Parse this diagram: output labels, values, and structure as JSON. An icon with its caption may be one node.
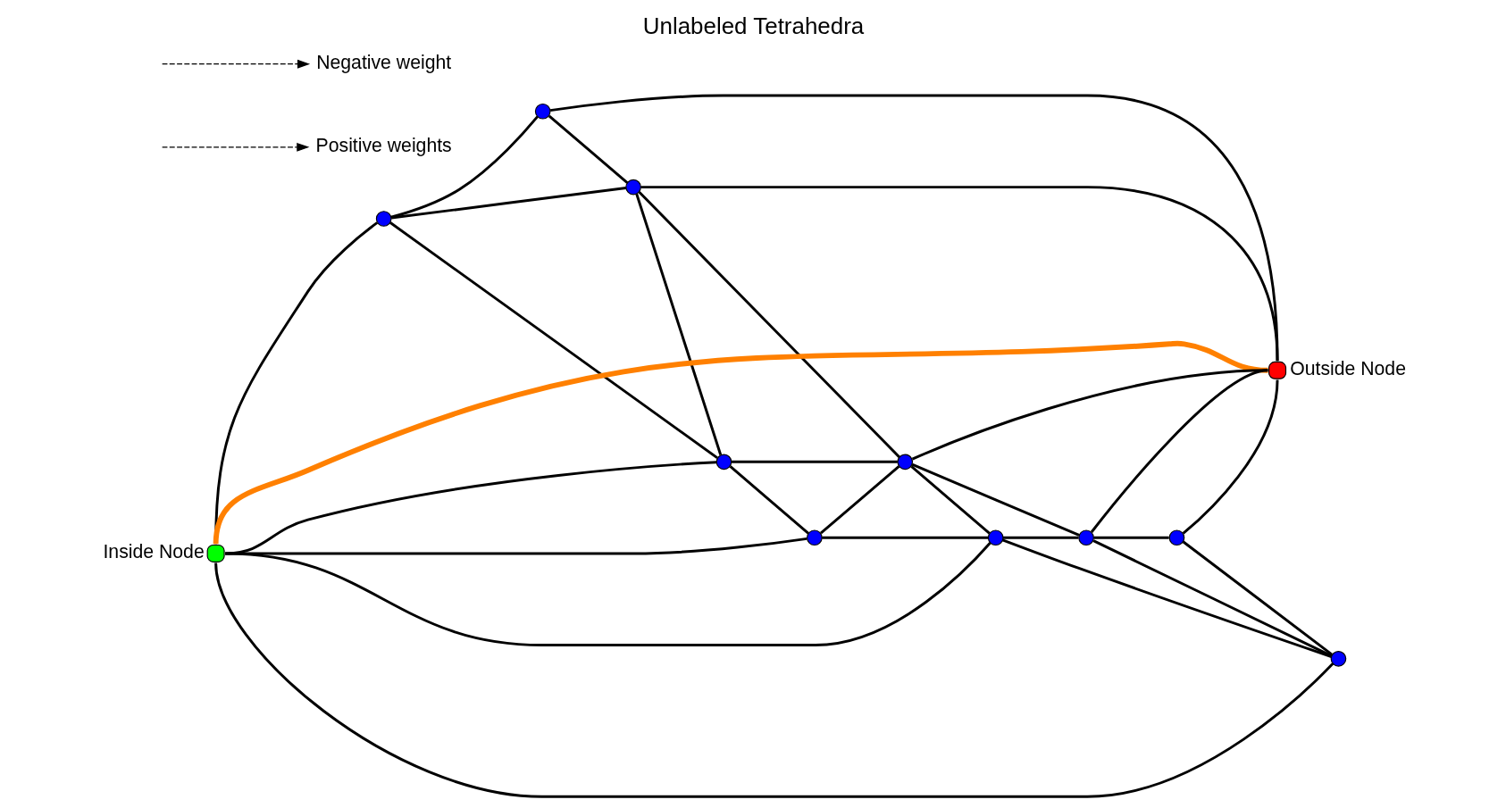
{
  "diagram": {
    "title": "Unlabeled Tetrahedra",
    "nodes": [
      {
        "text": [],
        "shape": "circle"
      },
      {
        "text": [],
        "shape": "circle"
      },
      {
        "text": [
          "Positive weights"
        ]
      },
      {
        "text": [],
        "shape": "circle"
      },
      {
        "text": [],
        "shape": "circle"
      },
      {
        "text": [],
        "shape": "circle",
        "beside": [
          "Inside Node"
        ]
      },
      {
        "text": [],
        "shape": "circle",
        "beside": [
          "Outside Node"
        ]
      },
      {
        "text": [],
        "shape": "circle"
      },
      {
        "text": [],
        "shape": "circle"
      },
      {
        "text": [],
        "shape": "circle"
      },
      {
        "text": [],
        "shape": "circle"
      },
      {
        "text": [],
        "shape": "circle"
      },
      {
        "text": [],
        "shape": "circle"
      },
      {
        "text": [
          "Negative weight"
        ]
      }
    ],
    "edges": [
      {
        "from": 0,
        "to": 1,
        "arrow": "none"
      },
      {
        "from": 0,
        "to": 3,
        "arrow": "none"
      },
      {
        "from": 0,
        "to": 4,
        "arrow": "none"
      },
      {
        "from": 0,
        "to": 5,
        "arrow": "none"
      },
      {
        "from": 1,
        "to": 3,
        "arrow": "none"
      },
      {
        "from": 1,
        "to": 6,
        "arrow": "none"
      },
      {
        "from": 3,
        "to": 4,
        "arrow": "none"
      },
      {
        "from": 3,
        "to": 8,
        "arrow": "none"
      },
      {
        "from": 3,
        "to": 6,
        "arrow": "none"
      },
      {
        "from": 4,
        "to": 5,
        "arrow": "none"
      },
      {
        "from": 4,
        "to": 7,
        "arrow": "none"
      },
      {
        "from": 4,
        "to": 8,
        "arrow": "none"
      },
      {
        "from": 5,
        "to": 7,
        "arrow": "none"
      },
      {
        "from": 5,
        "to": 9,
        "arrow": "none"
      },
      {
        "from": 5,
        "to": 12,
        "arrow": "none"
      },
      {
        "from": 7,
        "to": 8,
        "arrow": "none"
      },
      {
        "from": 7,
        "to": 9,
        "arrow": "none"
      },
      {
        "from": 8,
        "to": 6,
        "arrow": "none"
      },
      {
        "from": 8,
        "to": 9,
        "arrow": "none"
      },
      {
        "from": 8,
        "to": 10,
        "arrow": "none"
      },
      {
        "from": 9,
        "to": 10,
        "arrow": "none"
      },
      {
        "from": 9,
        "to": 12,
        "arrow": "none"
      },
      {
        "from": 10,
        "to": 6,
        "arrow": "none"
      },
      {
        "from": 10,
        "to": 12,
        "arrow": "none"
      },
      {
        "from": 10,
        "to": 11,
        "arrow": "none"
      },
      {
        "from": 11,
        "to": 12,
        "arrow": "none"
      },
      {
        "from": 11,
        "to": 6,
        "arrow": "none"
      },
      {
        "from": 5,
        "to": 6,
        "arrow": "none",
        "style": "thick",
        "color": "#ff8000"
      },
      {
        "from": null,
        "to": 2,
        "arrow": "to",
        "style": "dashed"
      },
      {
        "from": null,
        "to": 13,
        "arrow": "to",
        "style": "dashed"
      }
    ]
  }
}
